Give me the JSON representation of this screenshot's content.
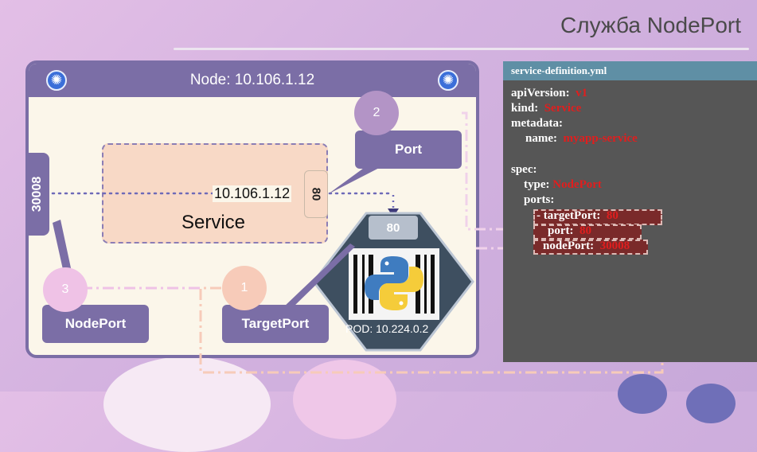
{
  "title": "Служба NodePort",
  "node": {
    "header": "Node: 10.106.1.12"
  },
  "service": {
    "label": "Service",
    "ip": "10.106.1.12",
    "port": "80"
  },
  "node_port_tab": "30008",
  "callouts": {
    "port": "Port",
    "node_port": "NodePort",
    "target_port": "TargetPort"
  },
  "badges": {
    "port": "2",
    "node_port": "3",
    "target_port": "1"
  },
  "pod": {
    "port": "80",
    "label": "POD: 10.224.0.2"
  },
  "yaml": {
    "filename": "service-definition.yml",
    "api_key": "apiVersion:",
    "api_val": "v1",
    "kind_key": "kind:",
    "kind_val": "Service",
    "metadata_key": "metadata:",
    "name_key": "name:",
    "name_val": "myapp-service",
    "spec_key": "spec:",
    "type_key": "type:",
    "type_val": "NodePort",
    "ports_key": "ports:",
    "target_key": "- targetPort:",
    "target_val": "80",
    "port_key": "port:",
    "port_val": "80",
    "nodeport_key": "nodePort:",
    "nodeport_val": "30008"
  },
  "colors": {
    "frame": "#7b6ea6",
    "service_fill": "#f8d9c6",
    "yaml_value": "#e01e1e",
    "badge_port": "#b394c6",
    "badge_nodeport": "#efc2e6",
    "badge_target": "#f7cbb9"
  }
}
